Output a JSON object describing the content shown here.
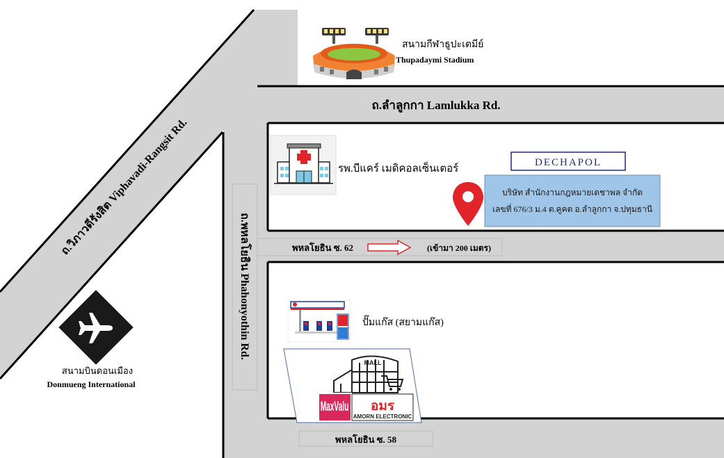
{
  "colors": {
    "road": "#d3d3d3",
    "road_edge": "#000000",
    "pin": "#e0242a",
    "company_box": "#9fc5e8",
    "dechapol_border": "#1f2a7a",
    "dechapol_text": "#1f2a7a",
    "maxvalu_bg": "#d9285b",
    "amorn_red": "#e0242a"
  },
  "roads": {
    "lamlukka": "ถ.ลำลูกกา Lamlukka Rd.",
    "viphavadi": "ถ.วิภาวดีรังสิต Viphavadi-Rangsit Rd.",
    "phahonyothin": "ถ.พหลโยธิน Phahonyothin Rd.",
    "soi62": "พหลโยธิน ซ. 62",
    "soi62_distance": "(เข้ามา 200 เมตร)",
    "soi58": "พหลโยธิน ซ. 58"
  },
  "landmarks": {
    "stadium_th": "สนามกีฬาธูปะเตมีย์",
    "stadium_en": "Thupadaymi Stadium",
    "hospital": "รพ.บีแคร์ เมดิคอลเซ็นเตอร์",
    "gas_station": "ปั๊มแก๊ส (สยามแก๊ส)",
    "airport_th": "สนามบินดอนเมือง",
    "airport_en": "Donmueng International"
  },
  "company": {
    "logo": "DECHAPOL",
    "name": "บริษัท สำนักงานกฎหมายเดชาพล จำกัด",
    "address": "เลขที่ 676/3 ม.4 ต.คูคต อ.ลำลูกกา จ.ปทุมธานี"
  },
  "mall": {
    "mall_sign": "MALL",
    "maxvalu": "MaxValu",
    "amorn_logo": "อมร",
    "amorn_text": "AMORN ELECTRONIC"
  },
  "icons": {
    "stadium": "stadium-icon",
    "hospital": "hospital-icon",
    "pin": "location-pin-icon",
    "airport": "airplane-icon",
    "gas": "gas-station-icon",
    "arrow": "arrow-right-icon"
  }
}
